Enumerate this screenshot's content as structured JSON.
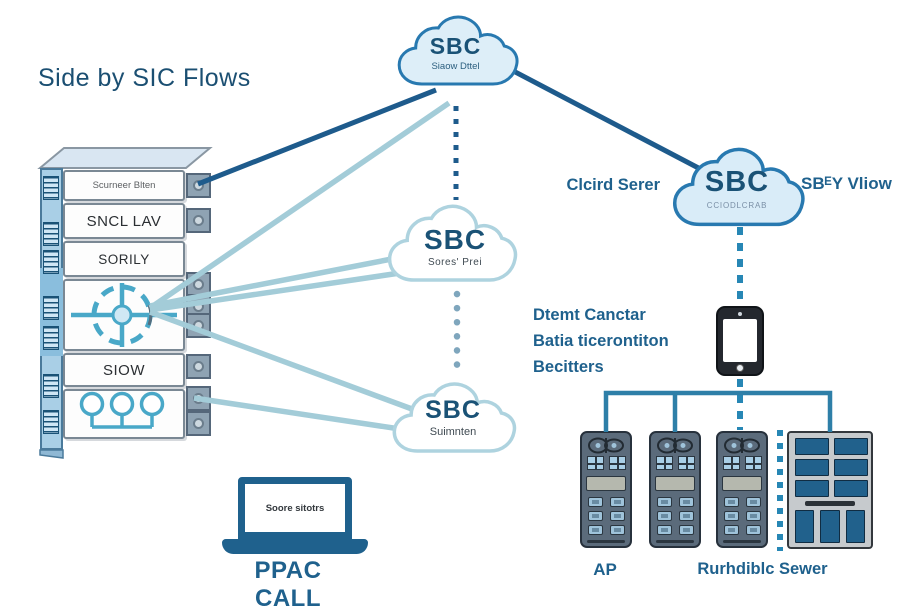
{
  "title": "Side by SIC Flows",
  "clouds": {
    "top": {
      "name": "SBC",
      "subtitle": "Siaow Dttel"
    },
    "middle": {
      "name": "SBC",
      "subtitle": "Sores' Prei"
    },
    "bottom": {
      "name": "SBC",
      "subtitle": "Suimnten"
    },
    "right": {
      "name": "SBC",
      "subtitle": "CCIODLCRAB"
    }
  },
  "rack": {
    "slot1": "Scurneer Blten",
    "slot2": "SNCL LAV",
    "slot3": "SORILY",
    "slot5": "SIOW"
  },
  "labels": {
    "cloud_server": "Clcird Serer",
    "sbc_view": "SBᴱY Vliow",
    "datacenter_note": [
      "Dtemt Canctar",
      "Batia ticerontiton",
      "Becitters"
    ],
    "laptop_screen": "Soore sitotrs",
    "laptop_caption": "PPAC CALL",
    "ap_caption": "AP",
    "server_caption": "Rurhdiblc Sewer"
  },
  "colors": {
    "dark_line": "#1e5b8c",
    "light_line": "#a3ccd8",
    "teal_dash": "#2787b5",
    "dot_line": "#7fa6bd",
    "text_blue": "#1f618d",
    "cloud_fill": "#ddeef8",
    "cloud_stroke": "#2879b0",
    "pale_cloud_stroke": "#aed3df",
    "rack_strip": "#a9cfe6",
    "device_body": "#5b6b7b"
  }
}
